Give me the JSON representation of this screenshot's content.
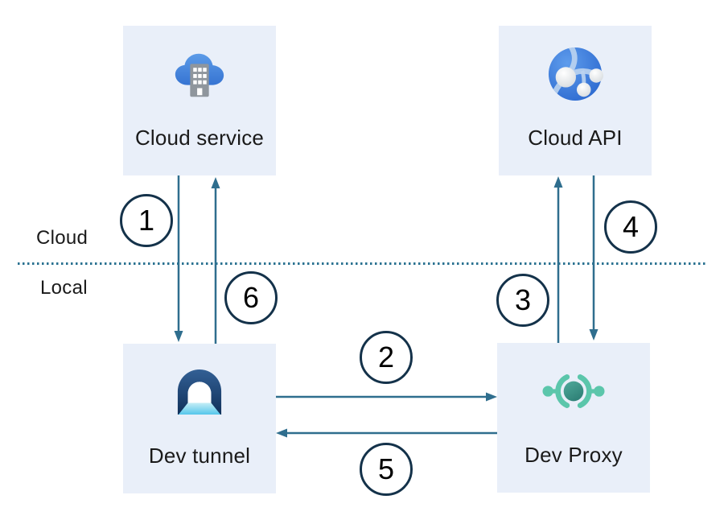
{
  "zones": {
    "cloud_label": "Cloud",
    "local_label": "Local"
  },
  "boxes": {
    "cloud_service": {
      "label": "Cloud service",
      "icon": "cloud-building-icon"
    },
    "cloud_api": {
      "label": "Cloud API",
      "icon": "globe-network-icon"
    },
    "dev_tunnel": {
      "label": "Dev tunnel",
      "icon": "tunnel-icon"
    },
    "dev_proxy": {
      "label": "Dev Proxy",
      "icon": "proxy-icon"
    }
  },
  "steps": {
    "s1": "1",
    "s2": "2",
    "s3": "3",
    "s4": "4",
    "s5": "5",
    "s6": "6"
  },
  "colors": {
    "box_fill": "#E9EFF9",
    "arrow": "#2F6E8E",
    "divider_dotted": "#2B7291",
    "step_circle_stroke": "#14324A",
    "cloud_icon_blue": "#3E7BD6",
    "building_gray": "#8F969D",
    "api_sphere_blue": "#3572D0",
    "api_arc_lightblue": "#BCD4F0",
    "tunnel_navy": "#10305A",
    "tunnel_floor_cyan": "#55C6EB",
    "proxy_mint": "#5BC6AB",
    "proxy_center_teal": "#2F8177"
  }
}
